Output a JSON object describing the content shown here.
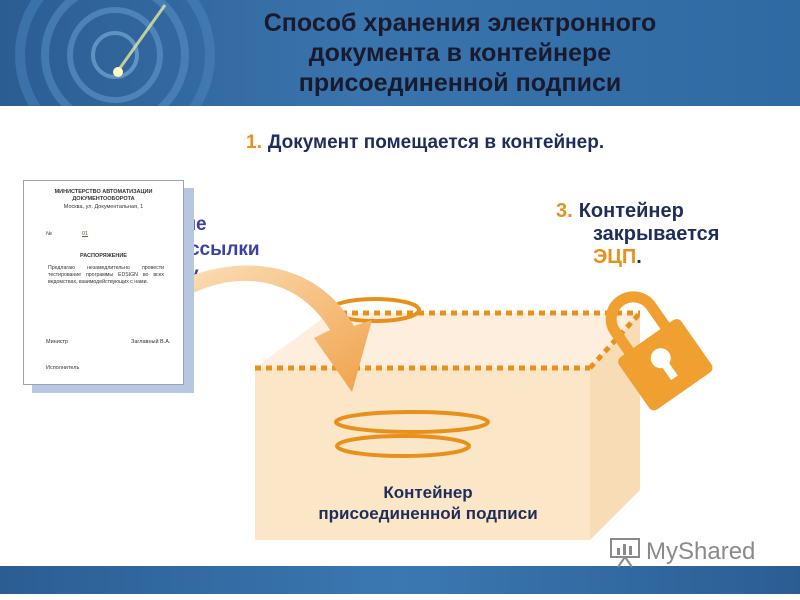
{
  "title": {
    "line1": "Способ хранения электронного",
    "line2": "документа в контейнере",
    "line3": "присоединенной подписи"
  },
  "steps": {
    "step1": {
      "number": "1.",
      "text": "Документ помещается в контейнер."
    },
    "step2_partial": {
      "line1": "т не",
      "line2": "ь ссылки",
      "line3": "у",
      "line4": "."
    },
    "step3": {
      "number": "3.",
      "line1": "Контейнер",
      "line2": "закрывается",
      "line3_highlight": "ЭЦП",
      "line3_tail": "."
    }
  },
  "document": {
    "ministry": "МИНИСТЕРСТВО АВТОМАТИЗАЦИИ",
    "ministry2": "ДОКУМЕНТООБОРОТА",
    "address": "Москва, ул. Документальная, 1",
    "number_label": "№",
    "number_value": "01",
    "order_title": "РАСПОРЯЖЕНИЕ",
    "body": "Предлагаю незамедлительно провести тестирование программы EDSIGN во всех ведомствах, взаимодействующих с нами.",
    "minister_label": "Министр",
    "minister_name": "Заглавный В.А.",
    "executor_label": "Исполнитель"
  },
  "container": {
    "line1": "Контейнер",
    "line2": "присоединенной подписи"
  },
  "logo": {
    "text": "MyShared"
  },
  "colors": {
    "accent": "#e8901a",
    "header": "#2f6aa3",
    "text_dark": "#1f2d5a",
    "box_fill": "#fbe6c8"
  },
  "icons": {
    "lock": "padlock-icon",
    "arrow": "curved-arrow",
    "logo": "presentation-board-icon"
  }
}
